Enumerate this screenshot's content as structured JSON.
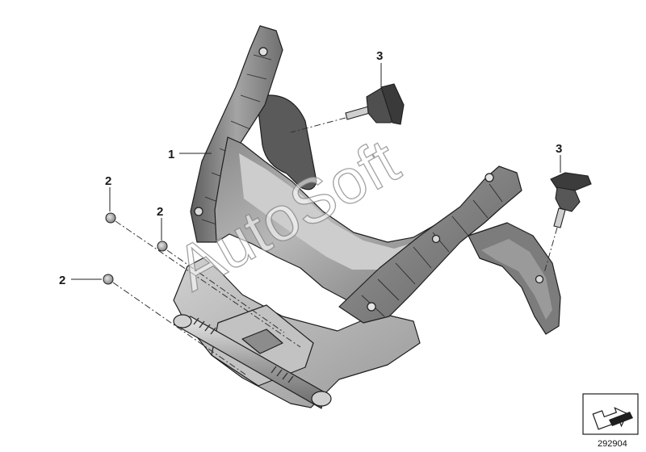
{
  "watermark": "AutoSoft",
  "callouts": {
    "bracket": "1",
    "nut_top": "2",
    "nut_middle": "2",
    "nut_left": "2",
    "grommet_top": "3",
    "grommet_right": "3"
  },
  "diagram_number": "292904",
  "colors": {
    "part_dark": "#6a6a6a",
    "part_mid": "#8e8e8e",
    "part_light": "#b5b5b5",
    "part_highlight": "#d6d6d6",
    "outline": "#1e1e1e"
  }
}
